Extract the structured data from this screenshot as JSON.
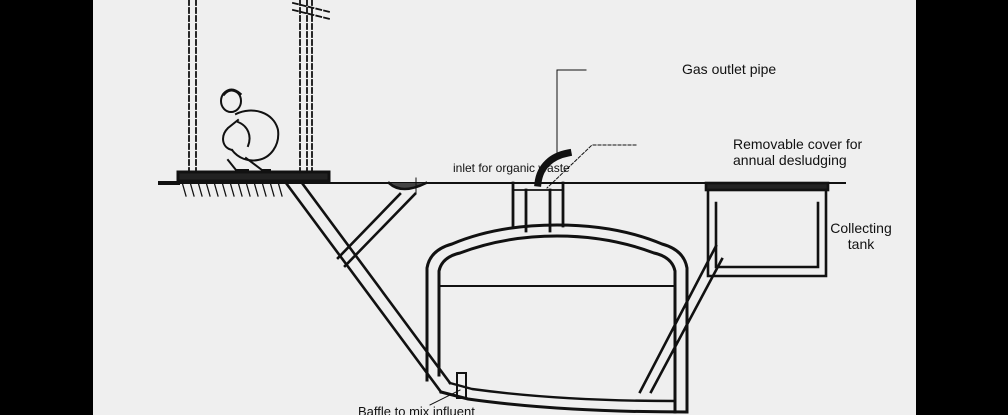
{
  "labels": {
    "gas_outlet_pipe": "Gas outlet pipe",
    "removable_cover_line1": "Removable cover for",
    "removable_cover_line2": "annual desludging",
    "inlet": "inlet for organic waste",
    "collecting_tank_line1": "Collecting",
    "collecting_tank_line2": "tank",
    "baffle": "Baffle to mix influent"
  },
  "colors": {
    "background": "#efefef",
    "frame": "#000000",
    "ink": "#111111",
    "hatch": "#222222"
  }
}
